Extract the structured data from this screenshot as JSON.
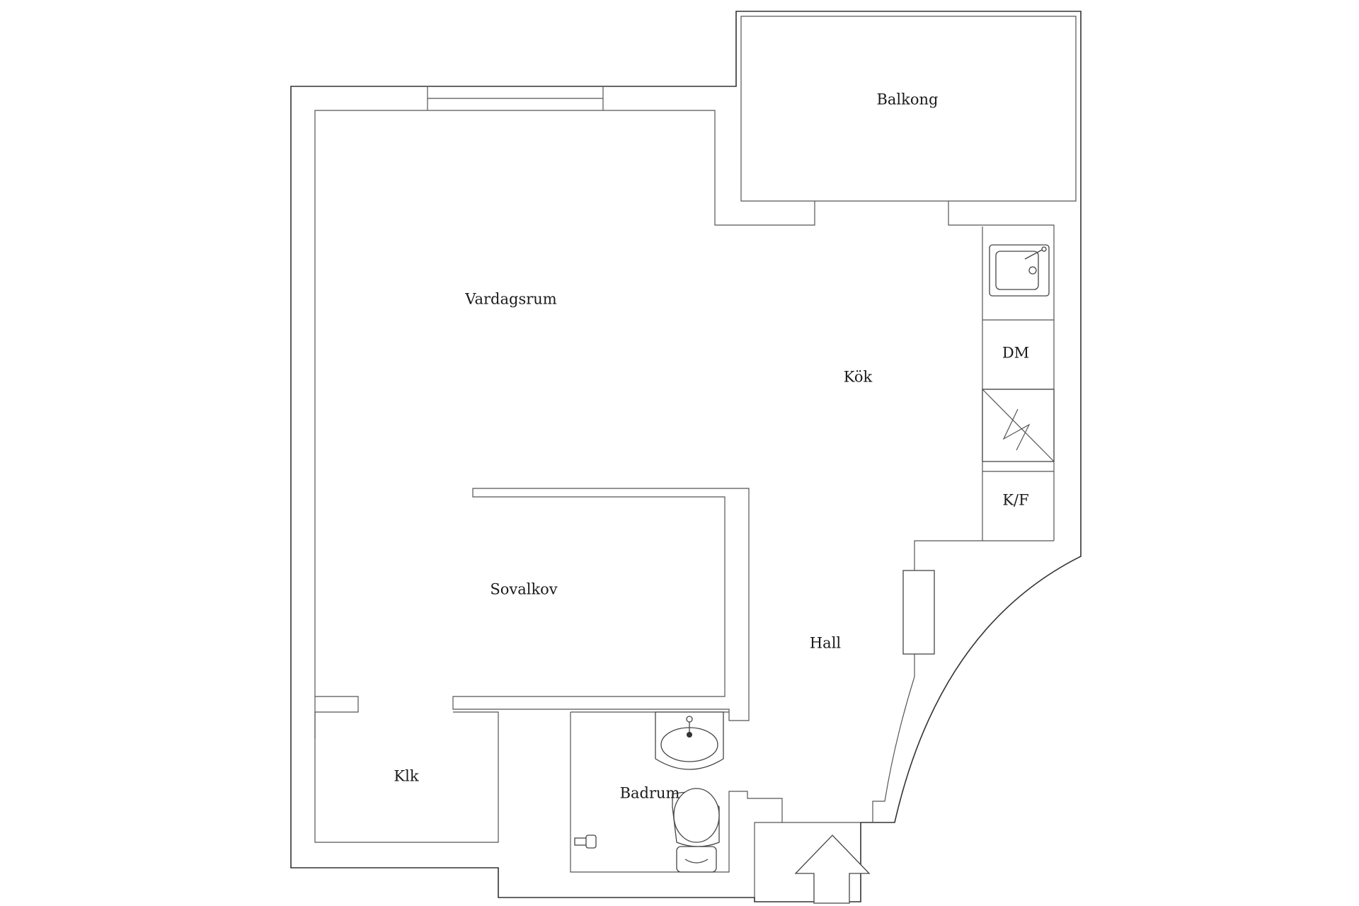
{
  "floorplan": {
    "rooms": [
      {
        "id": "balcony",
        "label": "Balkong"
      },
      {
        "id": "living-room",
        "label": "Vardagsrum"
      },
      {
        "id": "kitchen",
        "label": "Kök"
      },
      {
        "id": "dishwasher",
        "label": "DM"
      },
      {
        "id": "fridge-freezer",
        "label": "K/F"
      },
      {
        "id": "sleeping-alcove",
        "label": "Sovalkov"
      },
      {
        "id": "hall",
        "label": "Hall"
      },
      {
        "id": "closet",
        "label": "Klk"
      },
      {
        "id": "bathroom",
        "label": "Badrum"
      }
    ],
    "fixtures": [
      {
        "id": "kitchen-sink",
        "icon": "sink-icon"
      },
      {
        "id": "stove",
        "icon": "stove-icon"
      },
      {
        "id": "wash-basin",
        "icon": "wash-basin-icon"
      },
      {
        "id": "toilet",
        "icon": "toilet-icon"
      },
      {
        "id": "radiator",
        "icon": "radiator-icon"
      },
      {
        "id": "entrance",
        "icon": "entrance-arrow-icon"
      }
    ],
    "colors": {
      "background": "#ffffff",
      "walls": "#333333",
      "text": "#1a1a1a"
    }
  }
}
